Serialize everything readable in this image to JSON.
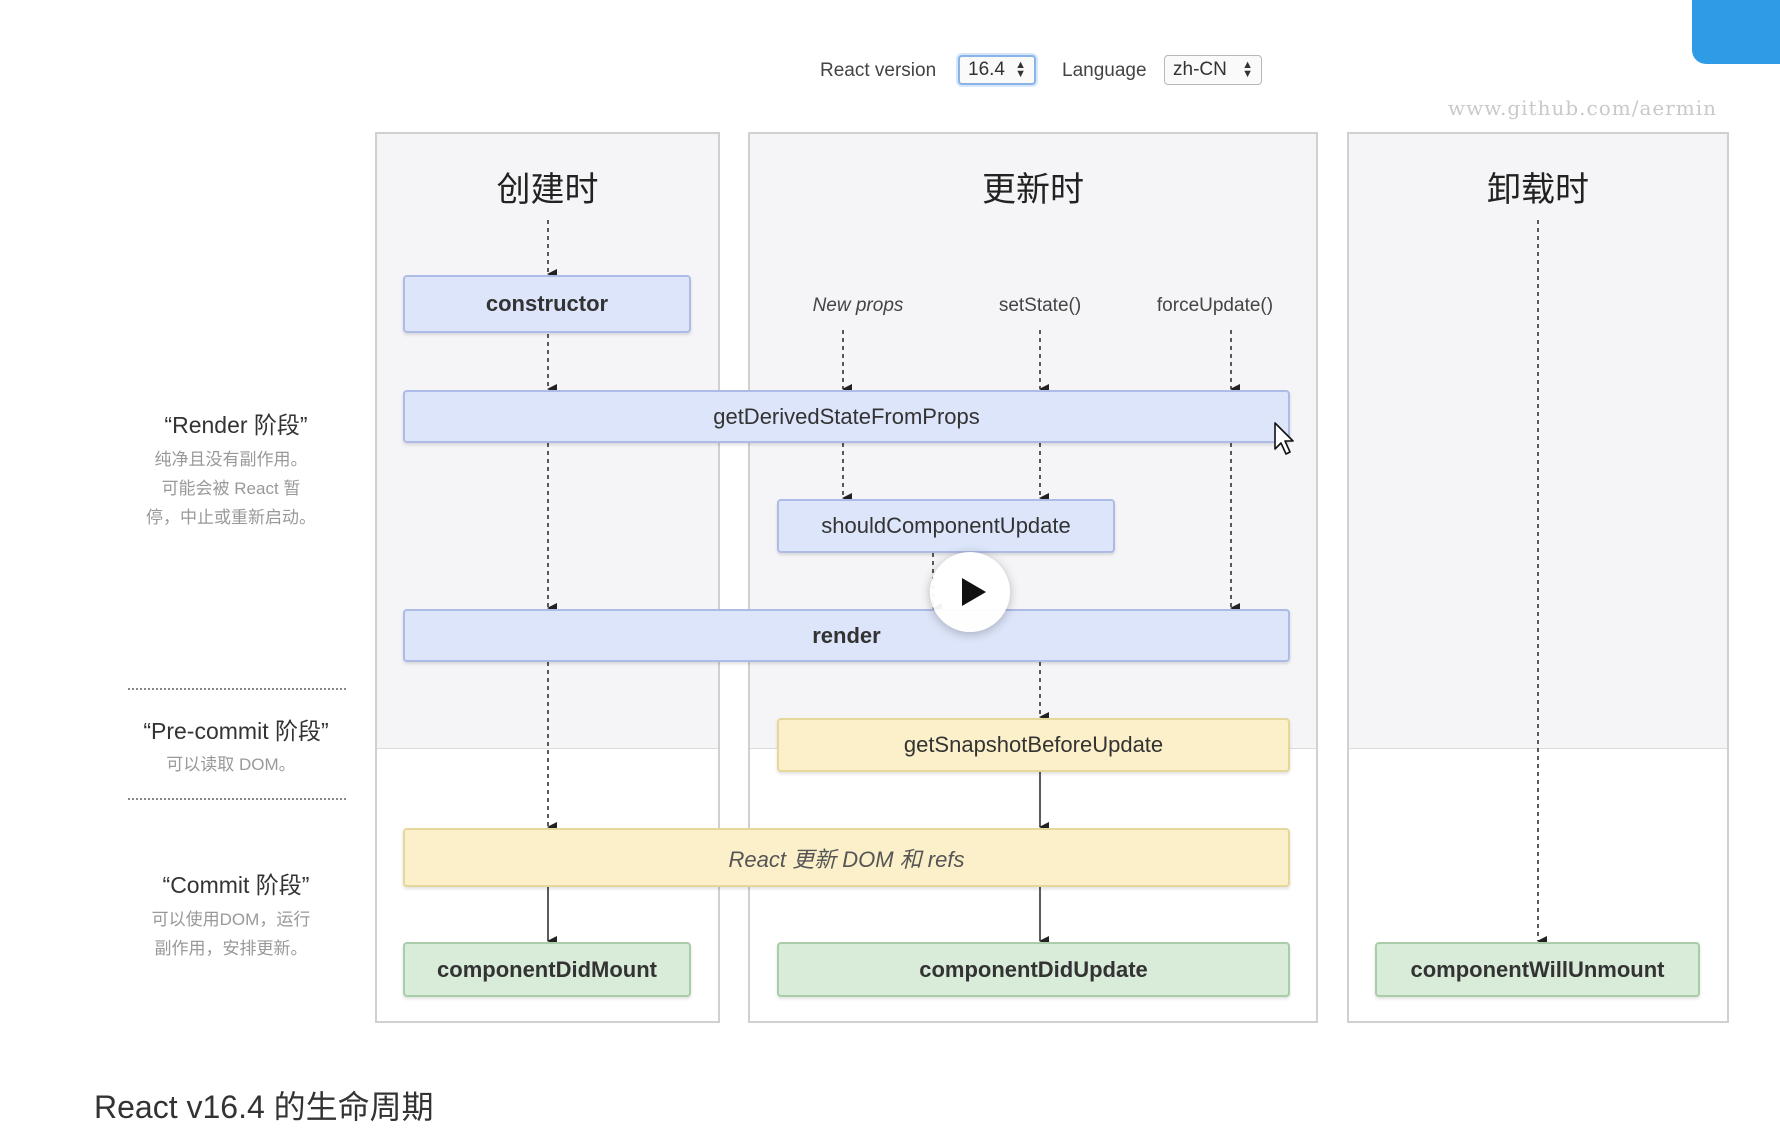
{
  "controls": {
    "version_label": "React version",
    "version_value": "16.4",
    "language_label": "Language",
    "language_value": "zh-CN"
  },
  "watermark": "www.github.com/aermin",
  "columns": {
    "mount": {
      "title": "创建时"
    },
    "update": {
      "title": "更新时"
    },
    "unmount": {
      "title": "卸载时"
    }
  },
  "triggers": {
    "new_props": "New props",
    "set_state": "setState()",
    "force_update": "forceUpdate()"
  },
  "nodes": {
    "constructor": "constructor",
    "get_derived_state": "getDerivedStateFromProps",
    "should_update": "shouldComponentUpdate",
    "render": "render",
    "snapshot": "getSnapshotBeforeUpdate",
    "react_update_dom": "React 更新 DOM 和 refs",
    "did_mount": "componentDidMount",
    "did_update": "componentDidUpdate",
    "will_unmount": "componentWillUnmount"
  },
  "phases": {
    "render": {
      "title": "“Render 阶段”",
      "desc_1": "纯净且没有副作用。",
      "desc_2": "可能会被 React 暂",
      "desc_3": "停，中止或重新启动。"
    },
    "precommit": {
      "title": "“Pre-commit 阶段”",
      "desc_1": "可以读取 DOM。"
    },
    "commit": {
      "title": "“Commit 阶段”",
      "desc_1": "可以使用DOM，运行",
      "desc_2": "副作用，安排更新。"
    }
  },
  "caption": "React v16.4 的生命周期",
  "colors": {
    "render_box": "#dde5fa",
    "commit_box": "#fbf0c9",
    "lifecycle_end_box": "#d9ecd9",
    "accent_select": "#8ab4e8",
    "logo": "#2f9be6"
  }
}
